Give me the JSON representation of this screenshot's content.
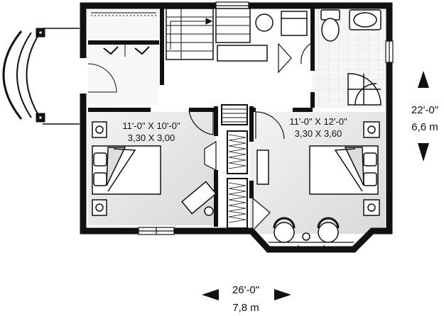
{
  "rooms": [
    {
      "name": "bedroom-left",
      "size_imperial": "11'-0\" X 10'-0\"",
      "size_metric": "3,30 X 3,00"
    },
    {
      "name": "bedroom-right",
      "size_imperial": "11'-0\" X 12'-0\"",
      "size_metric": "3,30 X 3,60"
    }
  ],
  "dimensions": {
    "depth_imperial": "22'-0\"",
    "depth_metric": "6,6 m",
    "width_imperial": "26'-0\"",
    "width_metric": "7,8 m"
  },
  "colors": {
    "wall": "#111111",
    "floor": "#e9e9e9",
    "tile": "#f4f4f4",
    "line": "#222222"
  }
}
